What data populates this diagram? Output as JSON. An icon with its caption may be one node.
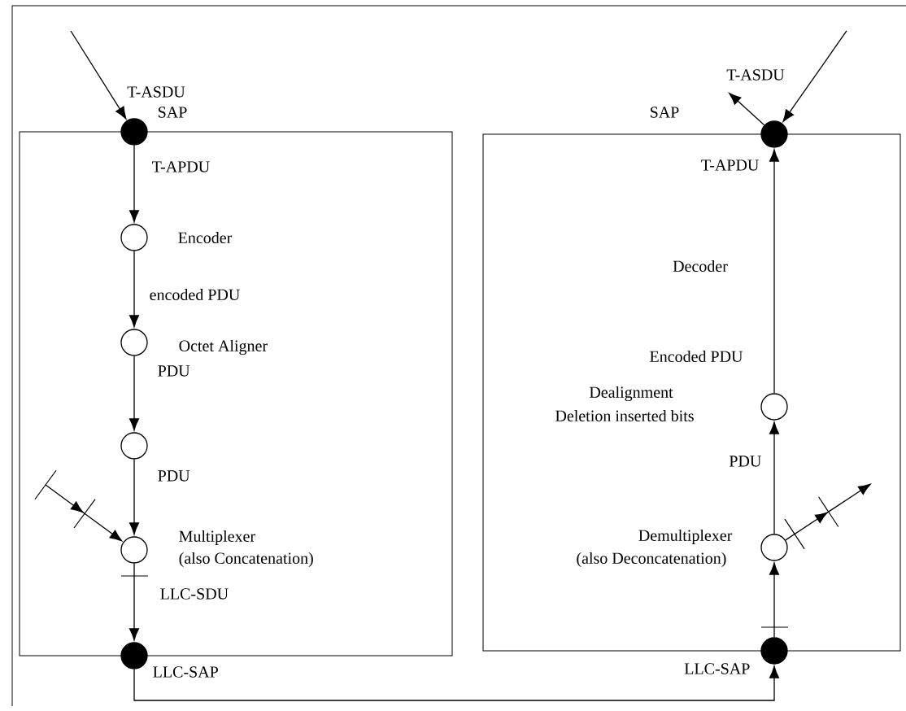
{
  "diagram": {
    "nodes": [
      {
        "text": [],
        "shape": "box"
      },
      {
        "text": [],
        "shape": "circle",
        "beside": [
          "SAP"
        ]
      },
      {
        "text": [],
        "shape": "circle",
        "in": 0,
        "beside": [
          "Encoder"
        ]
      },
      {
        "text": [],
        "shape": "circle",
        "in": 0,
        "beside": [
          "Octet Aligner"
        ]
      },
      {
        "text": [],
        "shape": "circle",
        "in": 0
      },
      {
        "text": [],
        "shape": "circle",
        "in": 0,
        "beside": [
          "Multiplexer",
          "(also Concatenation)"
        ]
      },
      {
        "text": [],
        "shape": "circle",
        "beside": [
          "LLC-SAP"
        ]
      },
      {
        "text": [],
        "shape": "box"
      },
      {
        "text": [],
        "shape": "circle"
      },
      {
        "text": [],
        "shape": "circle",
        "in": 7,
        "beside": [
          "Dealignment",
          "Deletion inserted bits"
        ]
      },
      {
        "text": [],
        "shape": "circle",
        "in": 7,
        "beside": [
          "Demultiplexer",
          "(also Deconcatenation)"
        ]
      },
      {
        "text": [],
        "shape": "circle",
        "beside": [
          "LLC-SAP"
        ]
      }
    ],
    "edges": [
      {
        "from": null,
        "to": 1,
        "arrow": "to",
        "label": "T-ASDU"
      },
      {
        "from": 1,
        "to": 2,
        "arrow": "to",
        "label": "T-APDU"
      },
      {
        "from": 2,
        "to": 3,
        "arrow": "to",
        "label": "encoded PDU"
      },
      {
        "from": 3,
        "to": 4,
        "arrow": "to",
        "label": "PDU"
      },
      {
        "from": 4,
        "to": 5,
        "arrow": "to",
        "label": "PDU"
      },
      {
        "from": null,
        "to": 5,
        "arrow": "to"
      },
      {
        "from": 5,
        "to": 6,
        "arrow": "to",
        "label": "LLC-SDU"
      },
      {
        "from": 6,
        "to": 11,
        "arrow": "to"
      },
      {
        "from": 11,
        "to": 10,
        "arrow": "to"
      },
      {
        "from": 10,
        "to": 9,
        "arrow": "to",
        "label": "PDU"
      },
      {
        "from": 9,
        "to": 8,
        "arrow": "to",
        "label": "T-APDU"
      },
      {
        "from": 8,
        "to": null,
        "arrow": "to",
        "label": "T-ASDU"
      },
      {
        "from": null,
        "to": 8,
        "arrow": "to"
      },
      {
        "from": 10,
        "to": null,
        "arrow": "to"
      }
    ],
    "labels": [
      "SAP",
      "Decoder",
      "Encoded PDU"
    ]
  }
}
